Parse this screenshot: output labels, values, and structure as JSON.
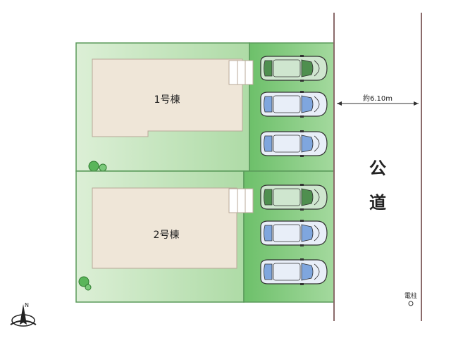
{
  "lots": [
    {
      "building_label": "1号棟",
      "cars": [
        "green",
        "blue",
        "blue"
      ]
    },
    {
      "building_label": "2号棟",
      "cars": [
        "green",
        "blue",
        "blue"
      ]
    }
  ],
  "road": {
    "label_top": "公",
    "label_bottom": "道",
    "width_label": "約6.10m"
  },
  "pole_label": "電柱",
  "compass_label": "N",
  "colors": {
    "lot_green": "#c8e6c0",
    "parking_green": "#8fd08a",
    "building_fill": "#efe6d8",
    "car_green": "#5a9a5a",
    "car_blue": "#9fb8e0",
    "border": "#4a8a4a",
    "road_line": "#8a6a6a"
  }
}
